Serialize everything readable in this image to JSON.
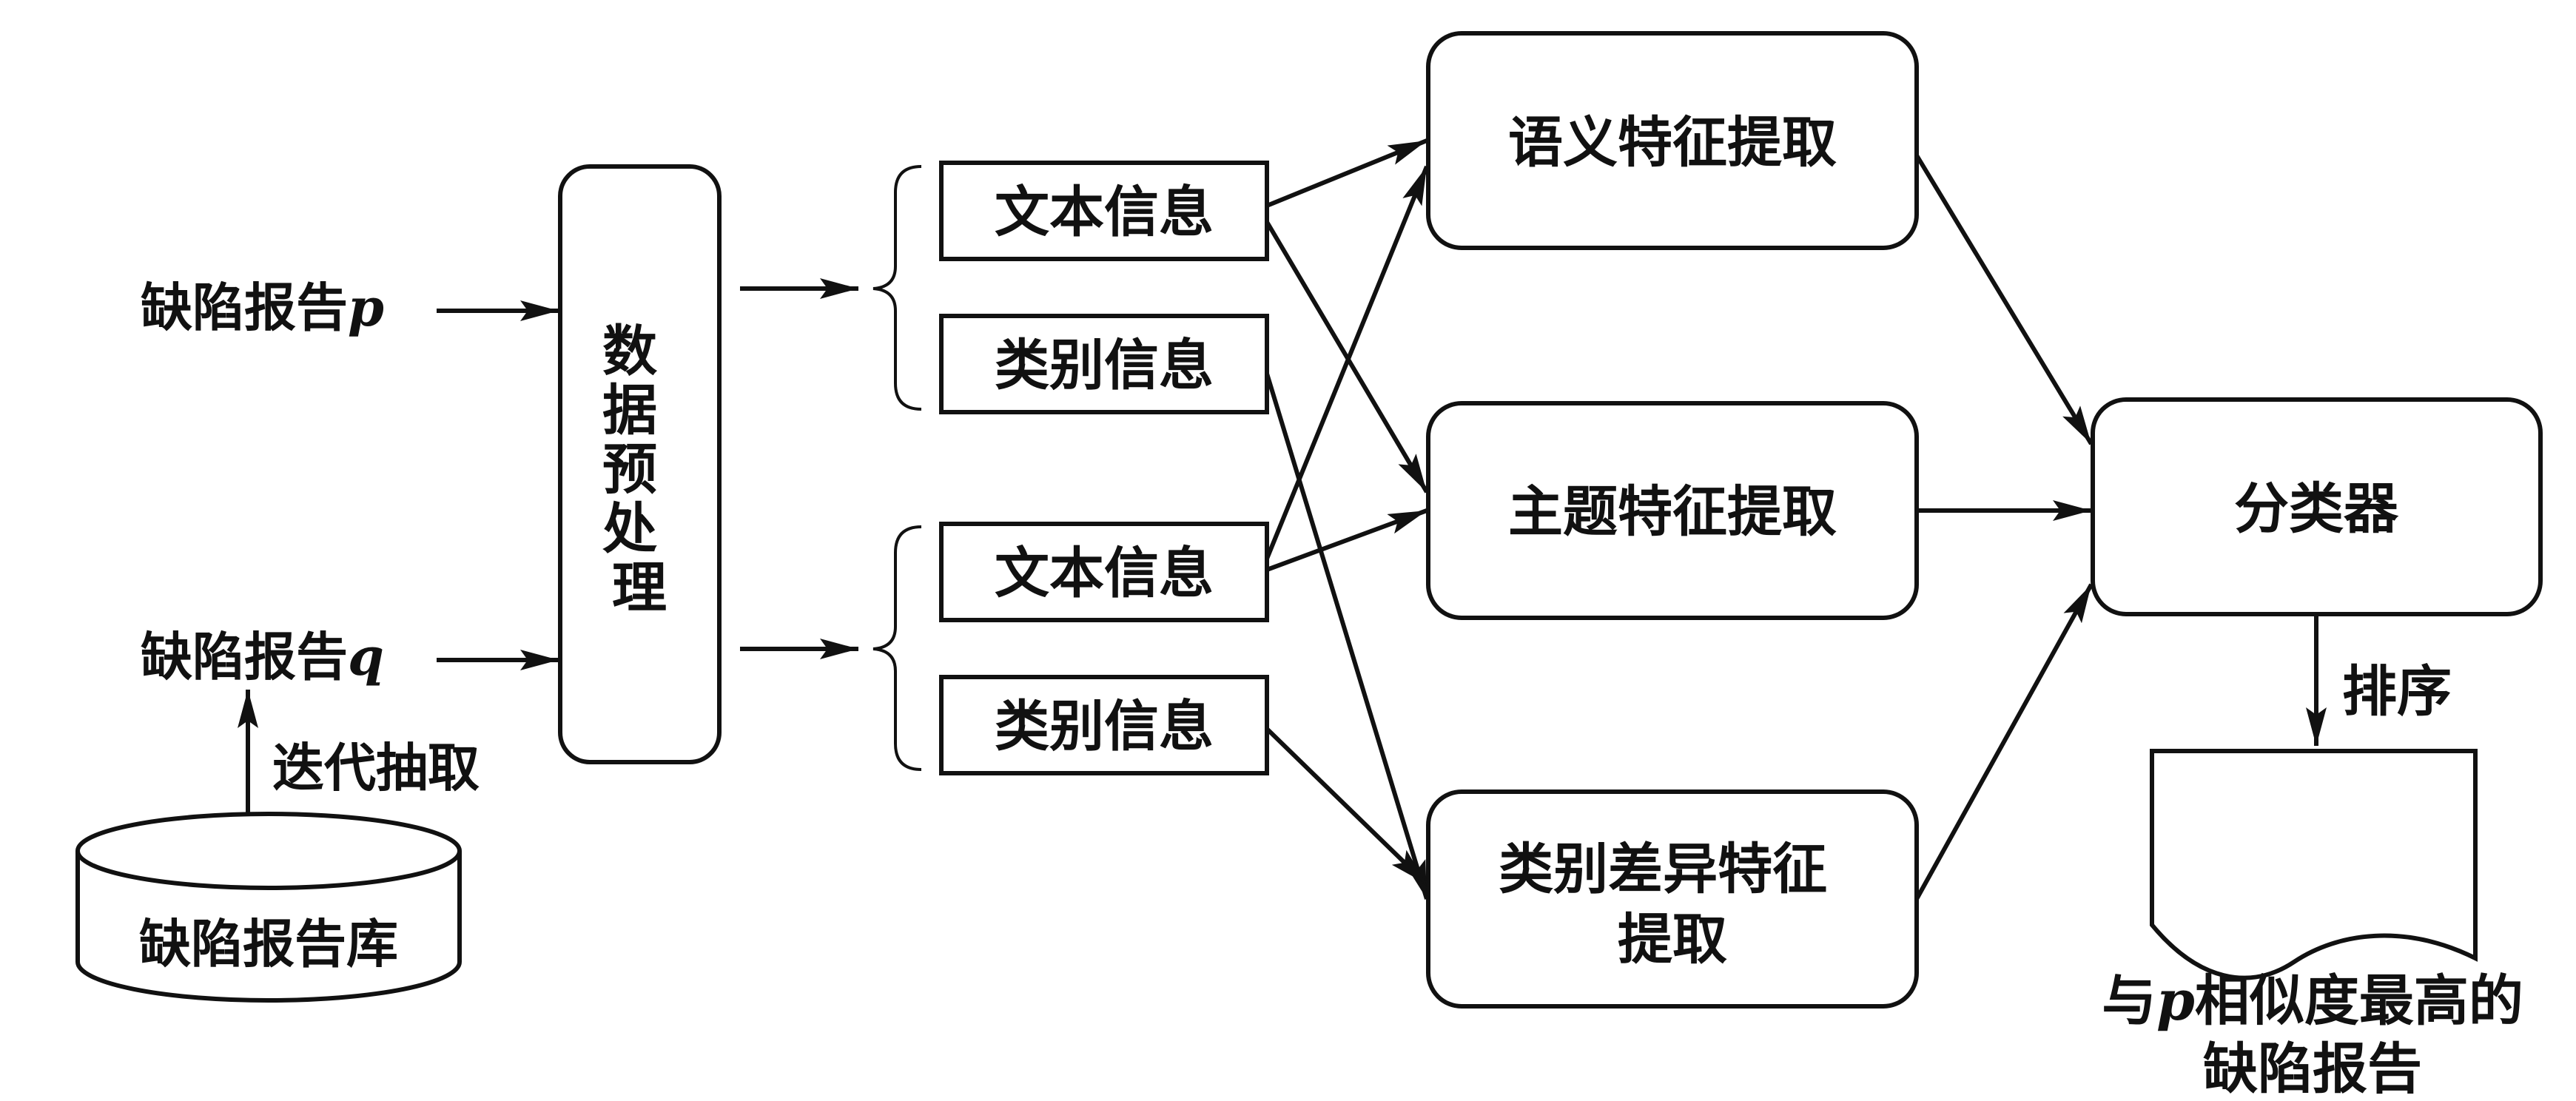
{
  "inputs": {
    "report_p_prefix": "缺陷报告",
    "report_p_var": "p",
    "report_q_prefix": "缺陷报告",
    "report_q_var": "q",
    "iterative_extraction": "迭代抽取",
    "report_database": "缺陷报告库"
  },
  "preprocessing": {
    "chars": [
      "数",
      "据",
      "预",
      "处",
      "理"
    ]
  },
  "info_groups": {
    "p_text": "文本信息",
    "p_category": "类别信息",
    "q_text": "文本信息",
    "q_category": "类别信息"
  },
  "features": {
    "semantic": "语义特征提取",
    "topic": "主题特征提取",
    "category_diff_line1": "类别差异特征",
    "category_diff_line2": "提取"
  },
  "classifier": "分类器",
  "sort_label": "排序",
  "output": {
    "line1_prefix": "与",
    "line1_var": "p",
    "line1_suffix": "相似度最高的",
    "line2": "缺陷报告"
  }
}
